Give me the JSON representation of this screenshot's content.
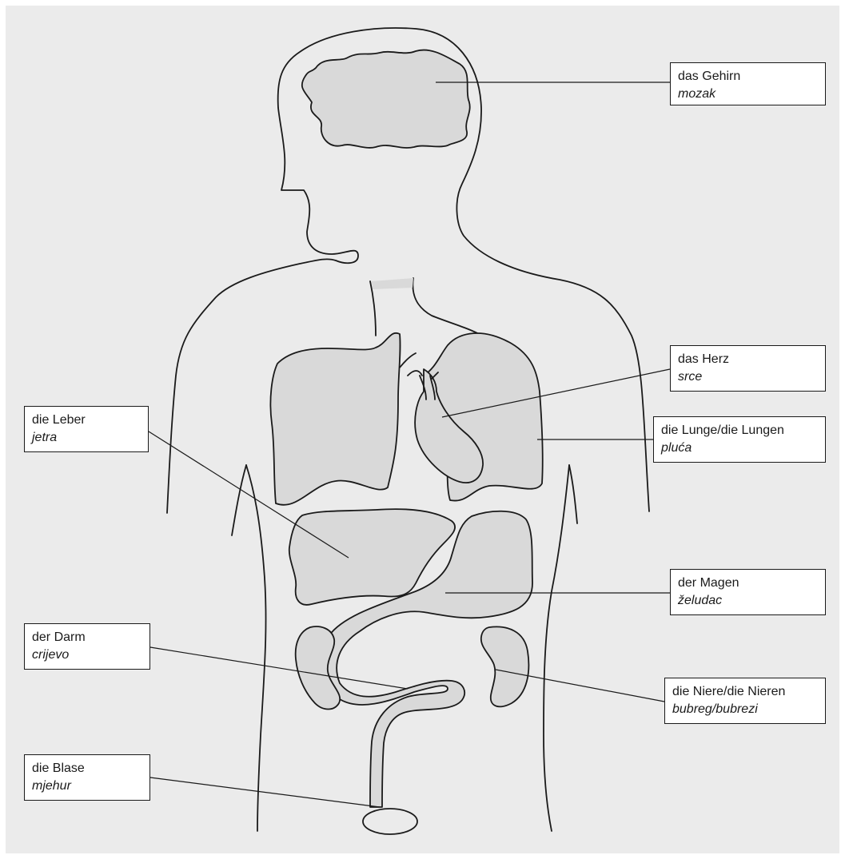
{
  "colors": {
    "background": "#ebebeb",
    "organ_fill": "#d9d9d9",
    "outline": "#1a1a1a",
    "label_box": "#ffffff"
  },
  "labels": {
    "brain": {
      "term": "das Gehirn",
      "translation": "mozak"
    },
    "heart": {
      "term": "das Herz",
      "translation": "srce"
    },
    "lungs": {
      "term": "die Lunge/die Lungen",
      "translation": "pluća"
    },
    "liver": {
      "term": "die Leber",
      "translation": "jetra"
    },
    "stomach": {
      "term": "der Magen",
      "translation": "želudac"
    },
    "intestine": {
      "term": "der Darm",
      "translation": "crijevo"
    },
    "kidneys": {
      "term": "die Niere/die Nieren",
      "translation": "bubreg/bubrezi"
    },
    "bladder": {
      "term": "die Blase",
      "translation": "mjehur"
    }
  }
}
